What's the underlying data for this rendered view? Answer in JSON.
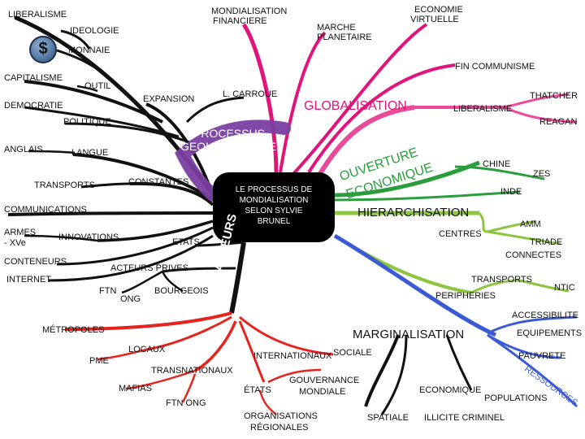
{
  "colors": {
    "black": "#111111",
    "magenta": "#e0147a",
    "pink": "#e94b9b",
    "green": "#2a9d3c",
    "purple": "#7a3fa0",
    "lime": "#8cc63f",
    "blue": "#3b5bd6",
    "red": "#e52420",
    "orange": "#f08a1c"
  },
  "icons": {
    "money": "dollar-coin-icon",
    "money_symbol": "$"
  },
  "center": {
    "line1": "LE PROCESSUS DE",
    "line2": "MONDIALISATION",
    "line3": "SELON SYLVIE",
    "line4": "BRUNEL"
  },
  "labels": {
    "liberalisme_left": "LIBERALISME",
    "ideologie": "IDEOLOGIE",
    "monnaie": "MONNAIE",
    "capitalisme": "CAPITALISME",
    "outil": "OUTIL",
    "democratie": "DEMOCRATIE",
    "politique": "POLITIQUE",
    "anglais": "ANGLAIS",
    "langue": "LANGUE",
    "transports_left": "TRANSPORTS",
    "constantes": "CONSTANTES",
    "communications": "COMMUNICATIONS",
    "armes_1": "ARMES",
    "armes_2": "- XVe",
    "innovations": "INNOVATIONS",
    "etats": "ETATS",
    "conteneurs": "CONTENEURS",
    "acteurs_prives": "ACTEURS PRIVES",
    "internet": "INTERNET",
    "ftn": "FTN",
    "ong": "ONG",
    "bourgeois": "BOURGEOIS",
    "acteurs": "ACTEURS",
    "mondialisation_1": "MONDIALISATION",
    "mondialisation_2": "FINANCIERE",
    "marche_1": "MARCHE",
    "marche_2": "PLANETAIRE",
    "eco_virt_1": "ECONOMIE",
    "eco_virt_2": "VIRTUELLE",
    "fin_communisme": "FIN COMMUNISME",
    "expansion": "EXPANSION",
    "carroue": "L. CARROUE",
    "globalisation": "GLOBALISATION",
    "liberalisme_right": "LIBERALISME",
    "thatcher": "THATCHER",
    "reagan": "REAGAN",
    "processus_1": "PROCESSUS",
    "processus_2": "GEOHISTORIQUE",
    "economie_1": "OUVERTURE",
    "economie_2": "ECONOMIQUE",
    "chine": "CHINE",
    "zes": "ZES",
    "inde": "INDE",
    "hierarchisation": "HIERARCHISATION",
    "amm": "AMM",
    "centres": "CENTRES",
    "triade": "TRIADE",
    "connectes": "CONNECTES",
    "transports_right": "TRANSPORTS",
    "ntic": "NTIC",
    "peripheries": "PERIPHERIES",
    "accessibilite": "ACCESSIBILITE",
    "equipements": "EQUIPEMENTS",
    "metropoles": "MÉTROPOLES",
    "marginalisation": "MARGINALISATION",
    "locaux": "LOCAUX",
    "pme": "PME",
    "internationaux": "INTERNATIONAUX",
    "sociale": "SOCIALE",
    "pauvrete": "PAUVRETE",
    "ressources": "RESSOURCES",
    "transnationaux": "TRANSNATIONAUX",
    "mafias": "MAFIAS",
    "etats_bottom": "ÉTATS",
    "gouvernance_1": "GOUVERNANCE",
    "gouvernance_2": "MONDIALE",
    "economique": "ECONOMIQUE",
    "populations": "POPULATIONS",
    "ftn_ong": "FTN ONG",
    "orga_1": "ORGANISATIONS",
    "orga_2": "RÉGIONALES",
    "spatiale": "SPATIALE",
    "illicite": "ILLICITE CRIMINEL"
  }
}
